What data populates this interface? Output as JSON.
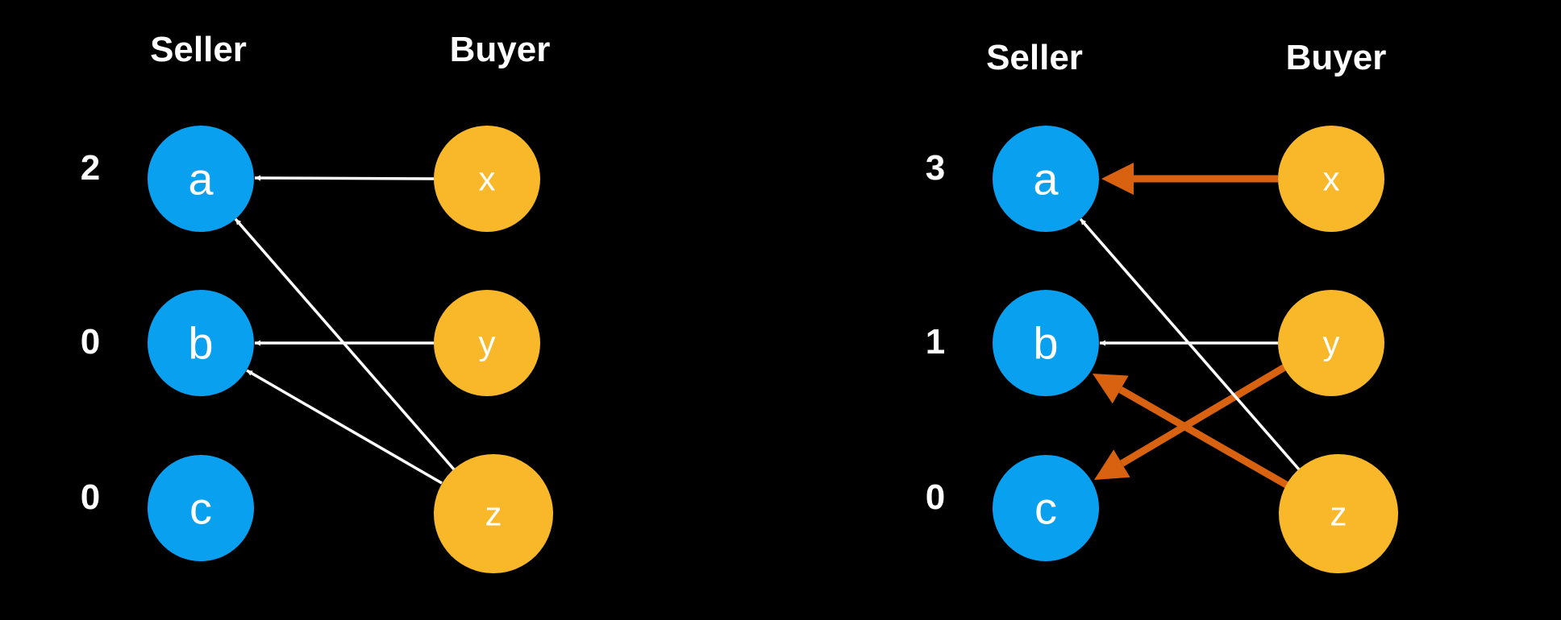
{
  "colors": {
    "background": "#000000",
    "seller": "#0aa0f0",
    "buyer": "#f8b82a",
    "edge": "#ffffff",
    "highlight": "#d8620f"
  },
  "panels": [
    {
      "seller_header": "Seller",
      "buyer_header": "Buyer",
      "sellers": [
        {
          "id": "a",
          "label": "a",
          "price": "2"
        },
        {
          "id": "b",
          "label": "b",
          "price": "0"
        },
        {
          "id": "c",
          "label": "c",
          "price": "0"
        }
      ],
      "buyers": [
        {
          "id": "x",
          "label": "x"
        },
        {
          "id": "y",
          "label": "y"
        },
        {
          "id": "z",
          "label": "z"
        }
      ],
      "edges": [
        {
          "from": "x",
          "to": "a",
          "highlight": false
        },
        {
          "from": "y",
          "to": "b",
          "highlight": false
        },
        {
          "from": "z",
          "to": "a",
          "highlight": false
        },
        {
          "from": "z",
          "to": "b",
          "highlight": false
        }
      ]
    },
    {
      "seller_header": "Seller",
      "buyer_header": "Buyer",
      "sellers": [
        {
          "id": "a",
          "label": "a",
          "price": "3"
        },
        {
          "id": "b",
          "label": "b",
          "price": "1"
        },
        {
          "id": "c",
          "label": "c",
          "price": "0"
        }
      ],
      "buyers": [
        {
          "id": "x",
          "label": "x"
        },
        {
          "id": "y",
          "label": "y"
        },
        {
          "id": "z",
          "label": "z"
        }
      ],
      "edges": [
        {
          "from": "x",
          "to": "a",
          "highlight": true
        },
        {
          "from": "y",
          "to": "b",
          "highlight": false
        },
        {
          "from": "y",
          "to": "c",
          "highlight": true
        },
        {
          "from": "z",
          "to": "a",
          "highlight": false
        },
        {
          "from": "z",
          "to": "b",
          "highlight": true
        }
      ]
    }
  ]
}
